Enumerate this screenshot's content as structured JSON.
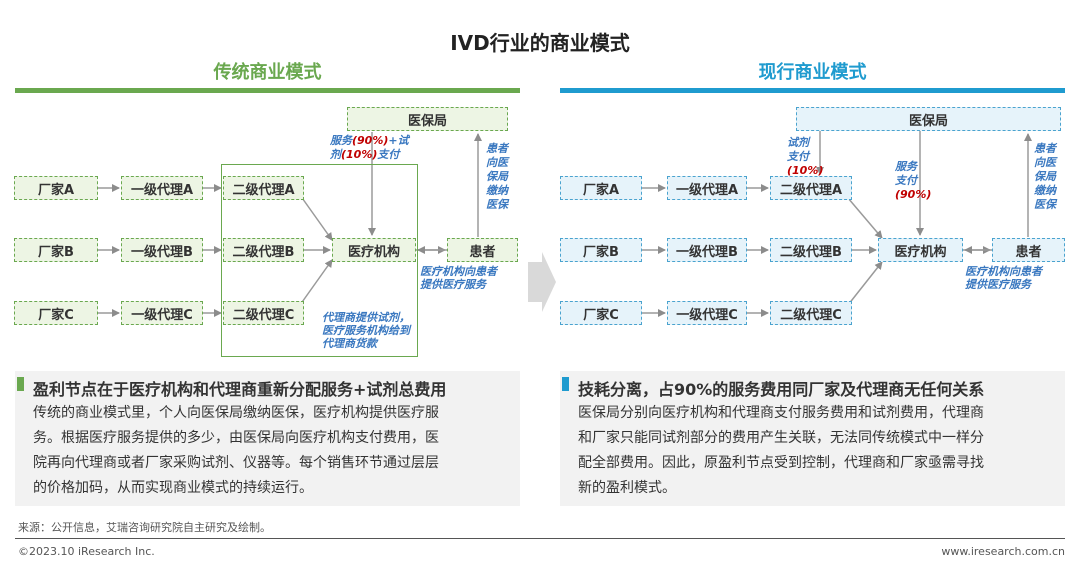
{
  "title": "IVD行业的商业模式",
  "left": {
    "heading": "传统商业模式",
    "color": "#6aa84f",
    "insurer": "医保局",
    "manufacturers": [
      "厂家A",
      "厂家B",
      "厂家C"
    ],
    "agents1": [
      "一级代理A",
      "一级代理B",
      "一级代理C"
    ],
    "agents2": [
      "二级代理A",
      "二级代理B",
      "二级代理C"
    ],
    "institution": "医疗机构",
    "patient": "患者",
    "pay_note_a": "服务",
    "pay_note_b": "(90%)",
    "pay_note_c": "+试",
    "pay_note_d": "剂",
    "pay_note_e": "(10%)",
    "pay_note_f": "支付",
    "patient_pay_lines": [
      "患者",
      "向医",
      "保局",
      "缴纳",
      "医保"
    ],
    "service_note_lines": [
      "医疗机构向患者",
      "提供医疗服务"
    ],
    "agent_note_lines": [
      "代理商提供试剂，",
      "医疗服务机构给到",
      "代理商货款"
    ],
    "panel_heading": "盈利节点在于医疗机构和代理商重新分配服务+试剂总费用",
    "panel_lines": [
      "传统的商业模式里，个人向医保局缴纳医保，医疗机构提供医疗服",
      "务。根据医疗服务提供的多少，由医保局向医疗机构支付费用，医",
      "院再向代理商或者厂家采购试剂、仪器等。每个销售环节通过层层",
      "的价格加码，从而实现商业模式的持续运行。"
    ]
  },
  "right": {
    "heading": "现行商业模式",
    "color": "#1f9bcf",
    "insurer": "医保局",
    "manufacturers": [
      "厂家A",
      "厂家B",
      "厂家C"
    ],
    "agents1": [
      "一级代理A",
      "一级代理B",
      "一级代理C"
    ],
    "agents2": [
      "二级代理A",
      "二级代理B",
      "二级代理C"
    ],
    "institution": "医疗机构",
    "patient": "患者",
    "reagent_pay_lines": [
      "试剂",
      "支付"
    ],
    "reagent_pct": "(10%)",
    "service_pay_lines": [
      "服务",
      "支付"
    ],
    "service_pct": "(90%)",
    "patient_pay_lines": [
      "患者",
      "向医",
      "保局",
      "缴纳",
      "医保"
    ],
    "service_note_lines": [
      "医疗机构向患者",
      "提供医疗服务"
    ],
    "panel_heading": "技耗分离，占90%的服务费用同厂家及代理商无任何关系",
    "panel_lines": [
      "医保局分别向医疗机构和代理商支付服务费用和试剂费用，代理商",
      "和厂家只能同试剂部分的费用产生关联，无法同传统模式中一样分",
      "配全部费用。因此，原盈利节点受到控制，代理商和厂家亟需寻找",
      "新的盈利模式。"
    ]
  },
  "source": "来源：公开信息，艾瑞咨询研究院自主研究及绘制。",
  "copyright": "©2023.10 iResearch Inc.",
  "website": "www.iresearch.com.cn"
}
